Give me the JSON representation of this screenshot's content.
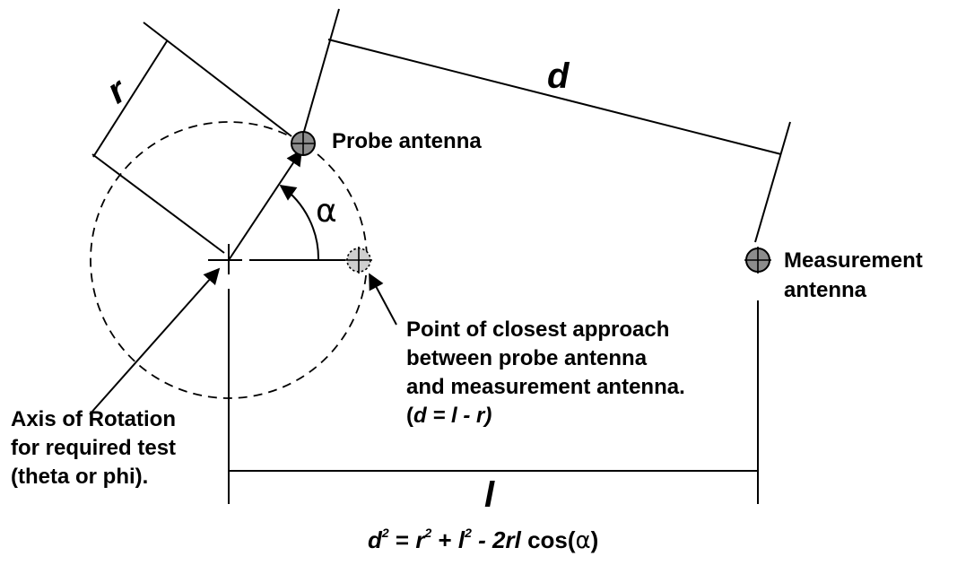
{
  "labels": {
    "probe_antenna": "Probe antenna",
    "measurement_antenna_line1": "Measurement",
    "measurement_antenna_line2": "antenna",
    "closest_line1": "Point of closest approach",
    "closest_line2": "between probe antenna",
    "closest_line3": "and measurement antenna.",
    "closest_line4_open": "(",
    "closest_line4_formula": "d = l - r",
    "closest_line4_close": ")",
    "axis_line1": "Axis of Rotation",
    "axis_line2": "for required test",
    "axis_line3": "(theta or phi)."
  },
  "symbols": {
    "r": "r",
    "d": "d",
    "l": "l",
    "alpha": "α"
  },
  "formula": {
    "d": "d",
    "sup1": "2",
    "eq": " = ",
    "r": "r",
    "sup2": "2",
    "plus": " + ",
    "l": "l",
    "sup3": "2",
    "minus": " - 2rl",
    "cos": " cos(",
    "alpha": "α",
    "close": ")"
  },
  "colors": {
    "antenna_fill": "#8c8c8c",
    "closest_fill": "#cfcfcf",
    "stroke": "#000000"
  }
}
